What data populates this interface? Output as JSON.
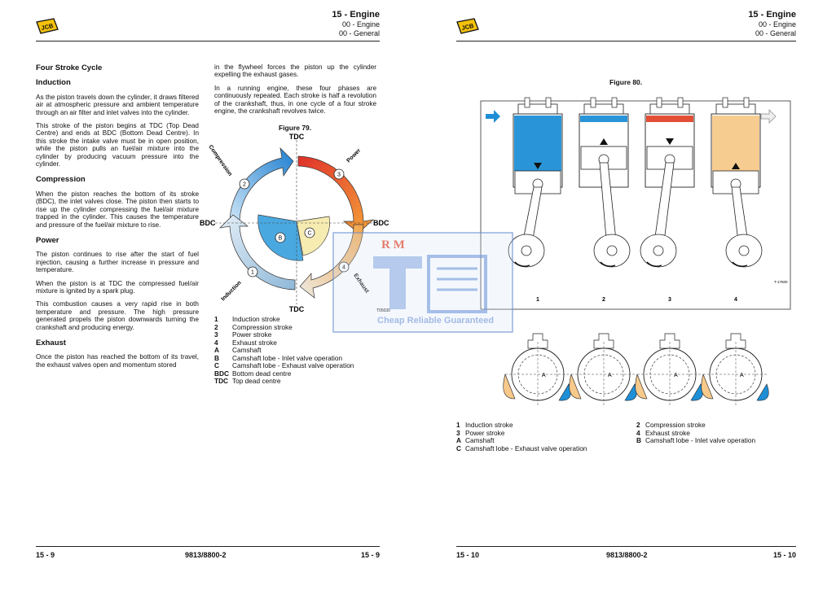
{
  "left": {
    "header": {
      "title": "15 - Engine",
      "sub1": "00 - Engine",
      "sub2": "00 - General"
    },
    "heading": "Four Stroke Cycle",
    "sections": [
      {
        "title": "Induction",
        "paras": [
          "As the piston travels down the cylinder, it draws filtered air at atmospheric pressure and ambient temperature through an air filter and inlet valves into the cylinder.",
          "This stroke of the piston begins at TDC (Top Dead Centre) and ends at BDC (Bottom Dead Centre). In this stroke the intake valve must be in open position, while the piston pulls an fuel/air mixture into the cylinder by producing vacuum pressure into the cylinder."
        ]
      },
      {
        "title": "Compression",
        "paras": [
          "When the piston reaches the bottom of its stroke (BDC), the inlet valves close. The piston then starts to rise up the cylinder compressing the fuel/air mixture trapped in the cylinder. This causes the temperature and pressure of the fuel/air mixture to rise."
        ]
      },
      {
        "title": "Power",
        "paras": [
          "The piston continues to rise after the start of fuel injection, causing a further increase in pressure and temperature.",
          "When the piston is at TDC the compressed fuel/air mixture is ignited by a spark plug.",
          "This combustion causes a very rapid rise in both temperature and pressure. The high pressure generated propels the piston downwards turning the crankshaft and producing energy."
        ]
      },
      {
        "title": "Exhaust",
        "paras": [
          "Once the piston has reached the bottom of its travel, the exhaust valves open and momentum stored"
        ]
      }
    ],
    "col2_paras": [
      "in the flywheel forces the piston up the cylinder expelling the exhaust gases.",
      "In a running engine, these four phases are continuously repeated. Each stroke is half a revolution of the crankshaft, thus, in one cycle of a four stroke engine, the crankshaft revolves twice."
    ],
    "figure": {
      "title": "Figure 79.",
      "tdc": "TDC",
      "bdc": "BDC",
      "arc_labels": {
        "compression": "Compression",
        "power": "Power",
        "exhaust": "Exhaust",
        "induction": "Induction"
      },
      "nums": [
        "1",
        "2",
        "3",
        "4"
      ],
      "letters": [
        "B",
        "C"
      ],
      "code": "T05030"
    },
    "legend": [
      {
        "k": "1",
        "v": "Induction stroke"
      },
      {
        "k": "2",
        "v": "Compression stroke"
      },
      {
        "k": "3",
        "v": "Power stroke"
      },
      {
        "k": "4",
        "v": "Exhaust stroke"
      },
      {
        "k": "A",
        "v": "Camshaft"
      },
      {
        "k": "B",
        "v": "Camshaft lobe - Inlet valve operation"
      },
      {
        "k": "C",
        "v": "Camshaft lobe - Exhaust valve operation"
      },
      {
        "k": "BDC",
        "v": "Bottom dead centre"
      },
      {
        "k": "TDC",
        "v": "Top dead centre"
      }
    ],
    "footer": {
      "left": "15 - 9",
      "center": "9813/8800-2",
      "right": "15 - 9"
    }
  },
  "right": {
    "header": {
      "title": "15 - Engine",
      "sub1": "00 - Engine",
      "sub2": "00 - General"
    },
    "figure": {
      "title": "Figure 80.",
      "nums": [
        "1",
        "2",
        "3",
        "4"
      ],
      "code": "T-17500",
      "cam_letter": "A"
    },
    "legend_col1": [
      {
        "k": "1",
        "v": "Induction stroke"
      },
      {
        "k": "3",
        "v": "Power stroke"
      },
      {
        "k": "A",
        "v": "Camshaft"
      },
      {
        "k": "C",
        "v": "Camshaft lobe - Exhaust valve operation"
      }
    ],
    "legend_col2": [
      {
        "k": "2",
        "v": "Compression stroke"
      },
      {
        "k": "4",
        "v": "Exhaust stroke"
      },
      {
        "k": "B",
        "v": "Camshaft lobe - Inlet valve operation"
      }
    ],
    "footer": {
      "left": "15 - 10",
      "center": "9813/8800-2",
      "right": "15 - 10"
    }
  },
  "watermark": {
    "brand": "R M",
    "tagline": "Cheap Reliable Guaranteed"
  },
  "colors": {
    "blue": "#1e8fd6",
    "orange": "#f08a1c",
    "red": "#e0462a",
    "yellow": "#f6d97a",
    "light_orange": "#f7c98a"
  }
}
